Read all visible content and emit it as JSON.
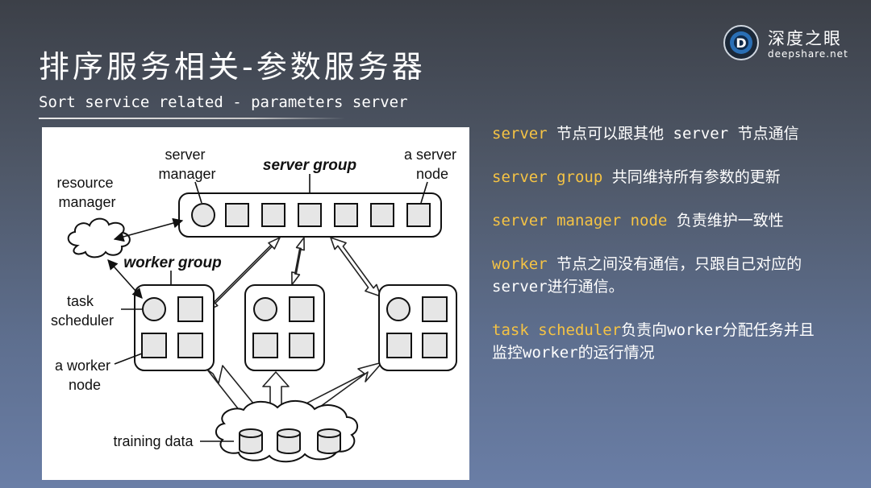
{
  "slide": {
    "title_cn": "排序服务相关-参数服务器",
    "title_en": "Sort service related - parameters server"
  },
  "logo": {
    "name": "深度之眼",
    "url": "deepshare.net",
    "mark_letter": "D"
  },
  "diagram": {
    "labels": {
      "server_manager": [
        "server",
        "manager"
      ],
      "server_group": "server group",
      "a_server_node": [
        "a server",
        "node"
      ],
      "resource_manager": [
        "resource",
        "manager"
      ],
      "worker_group": "worker group",
      "task_scheduler": [
        "task",
        "scheduler"
      ],
      "a_worker_node": [
        "a worker",
        "node"
      ],
      "training_data": "training data"
    }
  },
  "bullets": [
    {
      "kw": "server",
      "rest": " 节点可以跟其他 server 节点通信"
    },
    {
      "kw": "server group",
      "rest": " 共同维持所有参数的更新"
    },
    {
      "kw": "server manager node",
      "rest": " 负责维护一致性"
    },
    {
      "kw": "worker",
      "rest": " 节点之间没有通信，只跟自己对应的",
      "line2": "server进行通信。"
    },
    {
      "kw": "task scheduler",
      "rest": "负责向worker分配任务并且",
      "line2": "监控worker的运行情况"
    }
  ],
  "colors": {
    "accent": "#f5c344",
    "text": "#ffffff",
    "background_top": "#3c4048",
    "background_bottom": "#6a7ea6"
  }
}
